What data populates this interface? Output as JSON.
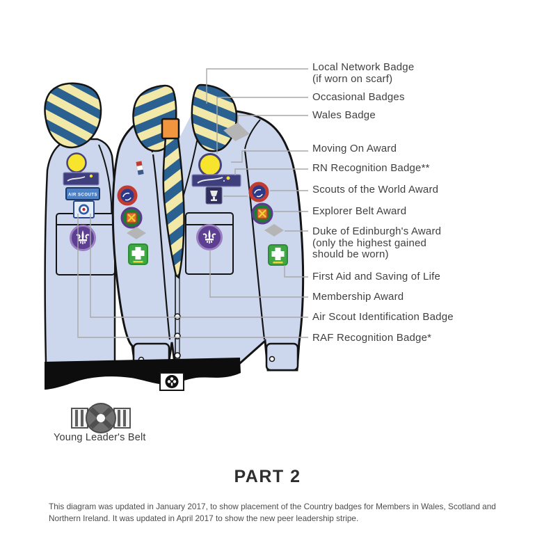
{
  "diagram": {
    "part_title": "PART 2",
    "belt_caption": "Young Leader's Belt",
    "air_scouts_badge_text": "AIR SCOUTS",
    "footnote": "This diagram was updated in January 2017, to show placement of the Country badges for Members in Wales, Scotland and\nNorthern Ireland. It was updated in April 2017 to show the new peer leadership stripe."
  },
  "labels": [
    {
      "id": "local-network-badge",
      "text": "Local Network Badge\n(if worn on scarf)"
    },
    {
      "id": "occasional-badges",
      "text": "Occasional Badges"
    },
    {
      "id": "wales-badge",
      "text": "Wales Badge"
    },
    {
      "id": "moving-on-award",
      "text": "Moving On Award"
    },
    {
      "id": "rn-recognition-badge",
      "text": "RN Recognition Badge**"
    },
    {
      "id": "scouts-of-the-world-award",
      "text": "Scouts of the World Award"
    },
    {
      "id": "explorer-belt-award",
      "text": "Explorer Belt Award"
    },
    {
      "id": "duke-of-edinburgh-award",
      "text": "Duke of Edinburgh's Award\n(only the highest gained\nshould be worn)"
    },
    {
      "id": "first-aid",
      "text": "First Aid and Saving of Life"
    },
    {
      "id": "membership-award",
      "text": "Membership Award"
    },
    {
      "id": "air-scout-identification-badge",
      "text": "Air Scout Identification Badge"
    },
    {
      "id": "raf-recognition-badge",
      "text": "RAF Recognition Badge*"
    }
  ],
  "colors": {
    "text": "#3f3f3f",
    "outline": "#141414",
    "shirt": "#ccd7ee",
    "scarf_navy": "#2a6191",
    "scarf_yellow": "#f2e9a8",
    "woggle_orange": "#f2953f",
    "badge_yellow": "#f7e42c",
    "badge_yellow_ring": "#46437c",
    "navy_badge": "#3f3f7d",
    "trophy_navy": "#2e2f5e",
    "belt_black": "#0d0d0d",
    "diamond_grey": "#b5b5b5",
    "first_aid_green": "#3fa845",
    "membership_purple": "#5d3f91",
    "membership_ring": "#9b7fc0",
    "sowa_red": "#c23b30",
    "sowa_navy": "#2d3a8c",
    "explorer_green": "#1f7a33",
    "explorer_purple": "#5c3a8e",
    "explorer_orange": "#e07b28",
    "raf_blue": "#2b5ca8",
    "raf_red": "#cf2030",
    "air_scout_blue": "#4d80c4",
    "line_grey": "#a8a8a8"
  }
}
